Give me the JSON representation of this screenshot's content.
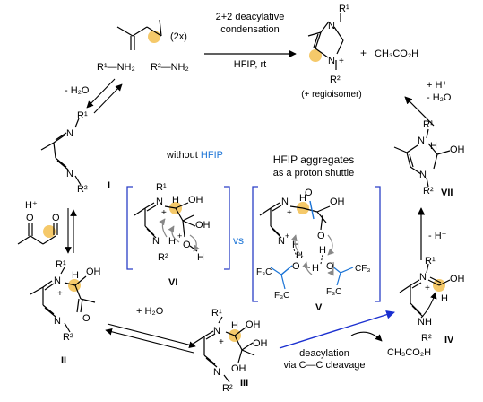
{
  "colors": {
    "bond": "#000000",
    "hfip_blue": "#1b74d6",
    "bracket_blue": "#2a3fc7",
    "highlight": "#f5c96a",
    "curved_arrow": "#888888",
    "cleavage_arrow": "#1a2fd0"
  },
  "reaction": {
    "condition_line1": "2+2 deacylative",
    "condition_line2": "condensation",
    "solvent": "HFIP, rt",
    "stoich": "(2x)",
    "amine1": "R¹—NH₂",
    "amine2": "R²—NH₂",
    "plus": "+",
    "byproduct": "CH₃CO₂H",
    "regio_note": "(+ regioisomer)"
  },
  "labels": {
    "water_loss": "- H₂O",
    "acid": "H⁺",
    "water_add": "+ H₂O",
    "acid_then_water_1": "+ H⁺",
    "acid_then_water_2": "- H₂O",
    "minus_proton": "- H⁺",
    "without_prefix": "without",
    "hfip": "HFIP",
    "aggregates_line1": "HFIP aggregates",
    "aggregates_line2": "as a proton shuttle",
    "vs": "vs",
    "deacylation_line1": "deacylation",
    "deacylation_line2": "via C—C cleavage",
    "acetic_acid": "CH₃CO₂H"
  },
  "compounds": {
    "I": "I",
    "II": "II",
    "III": "III",
    "IV": "IV",
    "V": "V",
    "VI": "VI",
    "VII": "VII"
  },
  "atoms": {
    "R1": "R¹",
    "R2": "R²",
    "N": "N",
    "O": "O",
    "H": "H",
    "OH": "OH",
    "NH": "NH",
    "plus": "+",
    "CF3": "F₃C",
    "CF3r": "CF₃"
  }
}
